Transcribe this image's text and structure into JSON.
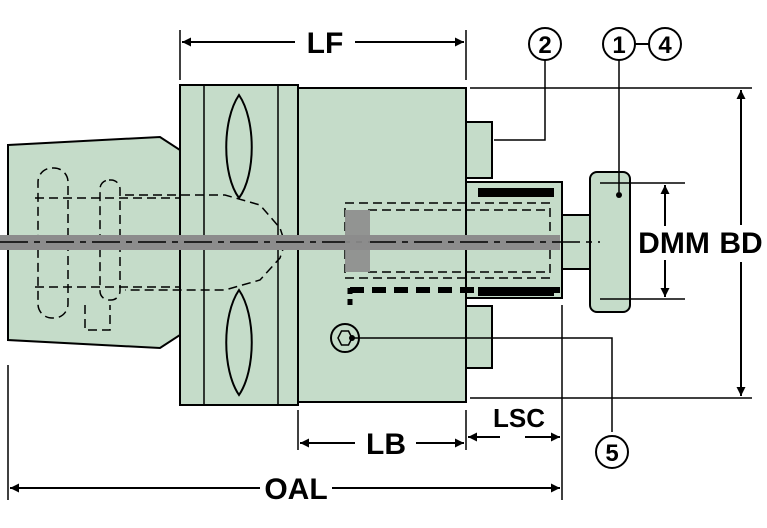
{
  "dimensions": {
    "lf": "LF",
    "oal": "OAL",
    "lb": "LB",
    "lsc": "LSC",
    "dmm": "DMM",
    "bd": "BD"
  },
  "callouts": {
    "c1": "1",
    "c2": "2",
    "c4": "4",
    "c5": "5"
  },
  "colors": {
    "body_fill": "#c5dcc9",
    "centerline": "#8c8c8c",
    "outline": "#000000"
  }
}
